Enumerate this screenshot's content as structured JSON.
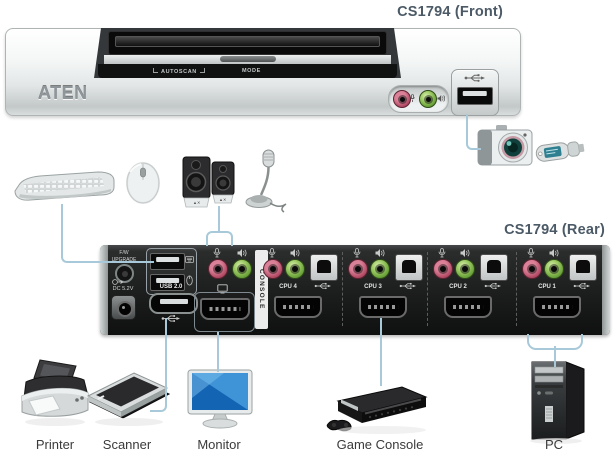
{
  "titles": {
    "front": "CS1794 (Front)",
    "rear": "CS1794 (Rear)"
  },
  "front_panel": {
    "brand": "ATEN",
    "buttons": {
      "autoscan": "AUTOSCAN",
      "mode": "MODE"
    }
  },
  "rear_panel": {
    "fw_upgrade": {
      "line1": "F/W",
      "line2": "UPGRADE"
    },
    "power_label": "DC 5.2V",
    "usb_label": "USB 2.0",
    "console_label": "CONSOLE",
    "cpu_sections": [
      {
        "label": "CPU 4"
      },
      {
        "label": "CPU 3"
      },
      {
        "label": "CPU 2"
      },
      {
        "label": "CPU 1"
      }
    ]
  },
  "peripherals": {
    "printer": "Printer",
    "scanner": "Scanner",
    "monitor": "Monitor",
    "game_console": "Game Console",
    "pc": "PC"
  },
  "icons": {
    "usb": "usb-trident-icon",
    "microphone": "mic-icon",
    "speaker": "speaker-icon",
    "headphone": "headphone-icon",
    "keyboard": "keyboard-icon",
    "mouse": "mouse-icon",
    "power": "power-icon",
    "display": "display-icon"
  },
  "colors": {
    "title": "#4b5a66",
    "cable": "#a7c9d9",
    "mic_jack_pink": "#c75f79",
    "audio_jack_green": "#76ae45",
    "rear_panel": "#1d1d1d",
    "console_strip": "#ececec",
    "monitor_screen": "#2d7fd0"
  }
}
